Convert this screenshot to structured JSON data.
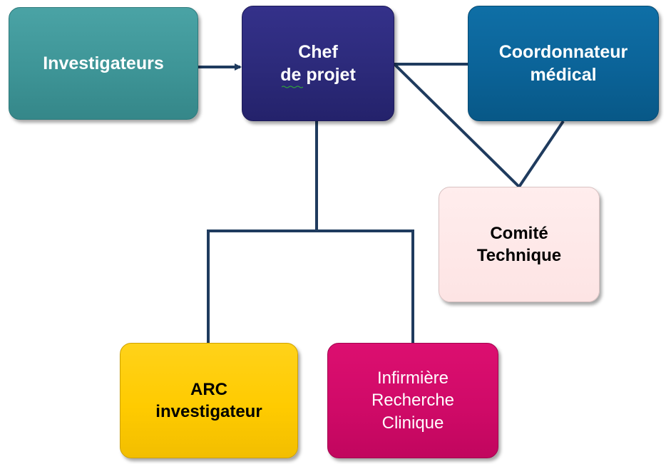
{
  "diagram": {
    "nodes": {
      "investigateurs": {
        "lines": [
          "Investigateurs"
        ],
        "fill": "#3e9597",
        "text_color": "#ffffff"
      },
      "chef_de_projet": {
        "lines": [
          "Chef",
          "de projet"
        ],
        "fill": "#2c2a7a",
        "text_color": "#ffffff"
      },
      "coordonnateur_medical": {
        "lines": [
          "Coordonnateur",
          "médical"
        ],
        "fill": "#0b6398",
        "text_color": "#ffffff"
      },
      "comite_technique": {
        "lines": [
          "Comité",
          "Technique"
        ],
        "fill": "#fde4e4",
        "text_color": "#000000"
      },
      "arc_investigateur": {
        "lines": [
          "ARC",
          "investigateur"
        ],
        "fill": "#ffcb00",
        "text_color": "#000000"
      },
      "infirmiere_recherche_clinique": {
        "lines": [
          "Infirmière",
          "Recherche",
          "Clinique"
        ],
        "fill": "#d00a68",
        "text_color": "#ffffff"
      }
    },
    "edges": [
      {
        "from": "investigateurs",
        "to": "chef_de_projet",
        "arrow": true
      },
      {
        "from": "chef_de_projet",
        "to": "coordonnateur_medical",
        "arrow": false
      },
      {
        "from": "chef_de_projet",
        "to": "comite_technique",
        "arrow": false
      },
      {
        "from": "coordonnateur_medical",
        "to": "comite_technique",
        "arrow": false
      },
      {
        "from": "chef_de_projet",
        "to": "arc_investigateur",
        "arrow": false
      },
      {
        "from": "chef_de_projet",
        "to": "infirmiere_recherche_clinique",
        "arrow": false
      }
    ],
    "connector_color": "#1f3b5e"
  }
}
